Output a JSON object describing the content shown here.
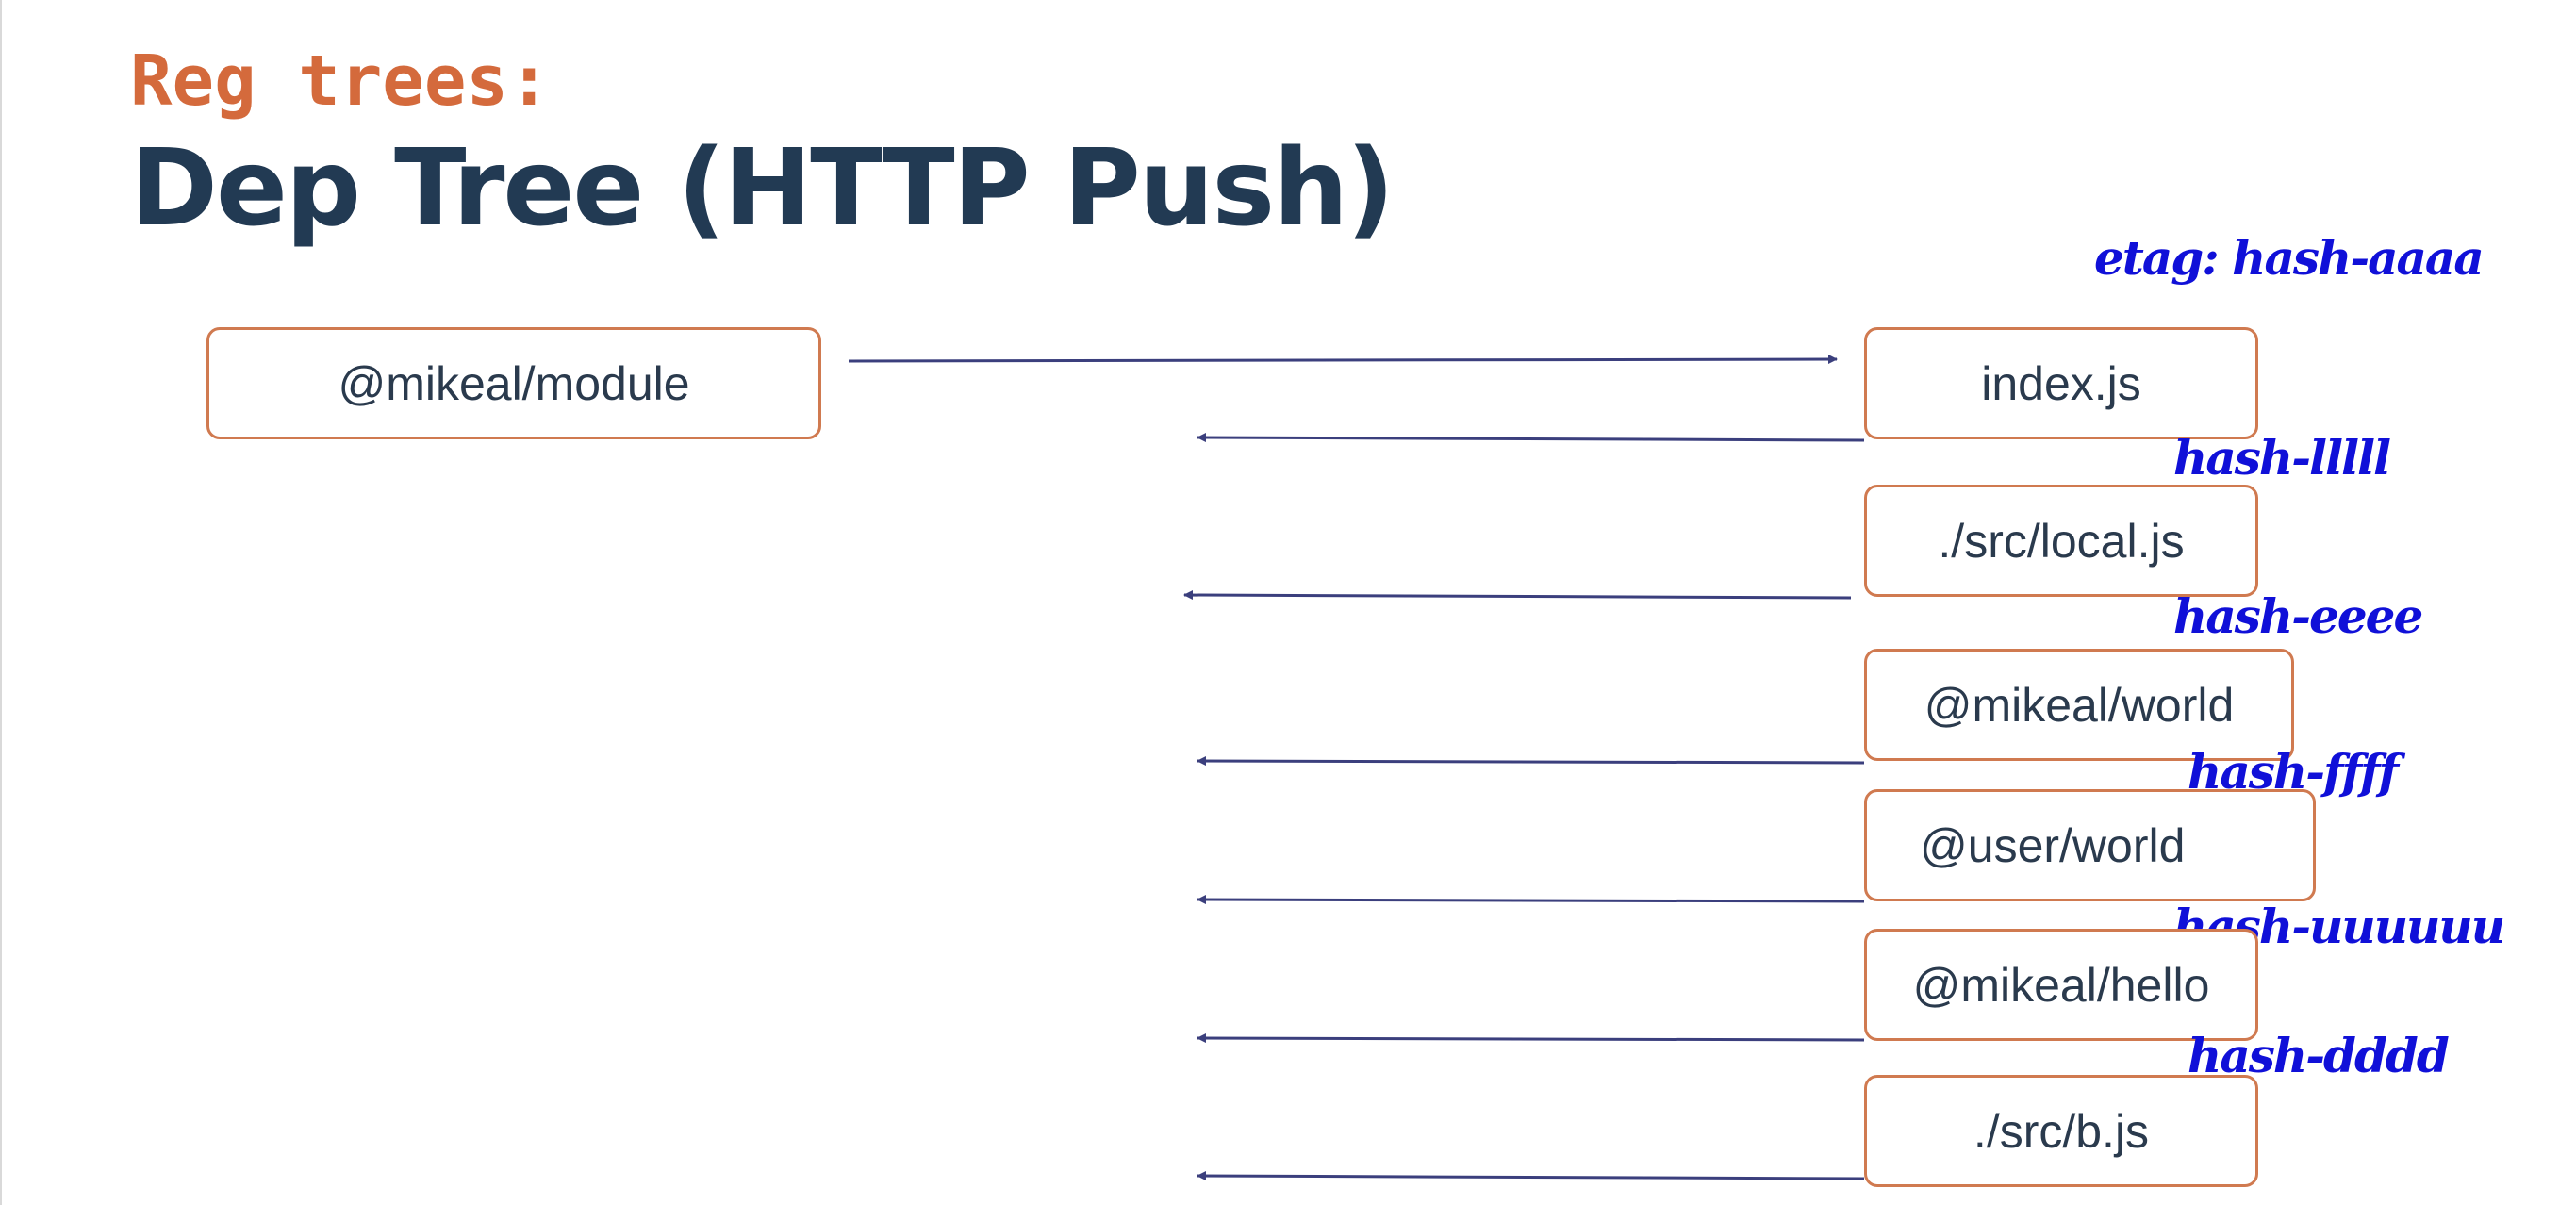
{
  "slide": {
    "kicker": "Reg trees:",
    "title": "Dep Tree (HTTP Push)"
  },
  "diagram": {
    "source": {
      "label": "@mikeal/module"
    },
    "etag_label": "etag: hash-aaaa",
    "modules": [
      {
        "label": "index.js",
        "hash": "hash-lllll"
      },
      {
        "label": "./src/local.js",
        "hash": "hash-eeee"
      },
      {
        "label": "@mikeal/world",
        "hash": "hash-ffff"
      },
      {
        "label": "@user/world",
        "hash": "hash-uuuuuu"
      },
      {
        "label": "@mikeal/hello",
        "hash": "hash-dddd"
      },
      {
        "label": "./src/b.js",
        "hash": ""
      }
    ],
    "arrow_color": "#3b3f7d",
    "node_border_color": "#d07a50",
    "hash_color": "#1010d8"
  }
}
